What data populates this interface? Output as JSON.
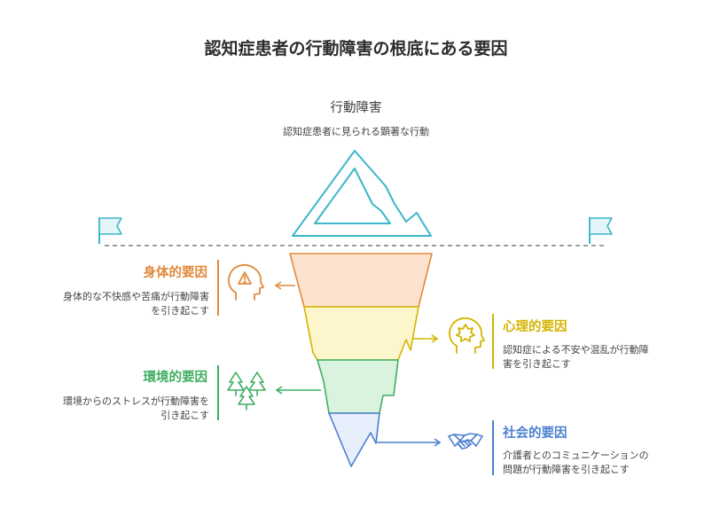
{
  "title": "認知症患者の行動障害の根底にある要因",
  "tip": {
    "title": "行動障害",
    "description": "認知症患者に見られる顕著な行動"
  },
  "factors": {
    "physical": {
      "title": "身体的要因",
      "desc_line1": "身体的な不快感や苦痛が行動障害",
      "desc_line2": "を引き起こす",
      "color": "#e08a3c",
      "icon": "head-alert-icon"
    },
    "psychological": {
      "title": "心理的要因",
      "desc_line1": "認知症による不安や混乱が行動障",
      "desc_line2": "害を引き起こす",
      "color": "#d4b400",
      "icon": "head-burst-icon"
    },
    "environmental": {
      "title": "環境的要因",
      "desc_line1": "環境からのストレスが行動障害を",
      "desc_line2": "引き起こす",
      "color": "#3fae62",
      "icon": "trees-icon"
    },
    "social": {
      "title": "社会的要因",
      "desc_line1": "介護者とのコミュニケーションの",
      "desc_line2": "問題が行動障害を引き起こす",
      "color": "#4b7fcf",
      "icon": "handshake-icon"
    }
  },
  "colors": {
    "tip": "#3ab7c8",
    "layer_orange": "#fde3cf",
    "layer_yellow": "#fdf6cc",
    "layer_green": "#daf3df",
    "layer_blue": "#e6effb",
    "waterline": "#555555"
  }
}
